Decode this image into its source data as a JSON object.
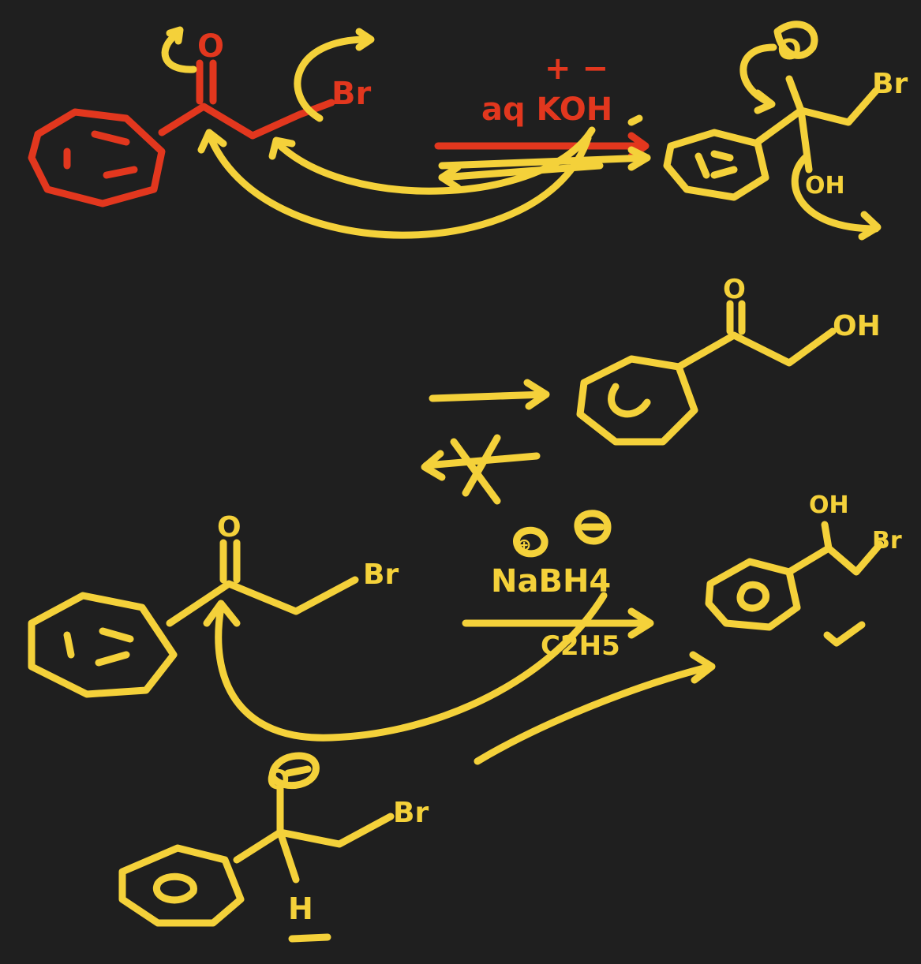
{
  "colors": {
    "background": "#1f1f1f",
    "ink_yellow": "#f4d13a",
    "ink_red": "#e2371e"
  },
  "labels": {
    "o_top_red": "O",
    "br_top_red": "Br",
    "charges": "+ −",
    "reagent_top": "aq KOH",
    "o_top_right": "O",
    "br_top_right": "Br",
    "oh_top_right": "OH",
    "oh_mid": "OH",
    "o_mid": "O",
    "o_lower": "O",
    "br_lower": "Br",
    "reagent_lower_top": "NaBH4",
    "na_charge": "⊕",
    "bh_charge": "⊖",
    "reagent_lower_bottom": "C2H5",
    "oh_lower_right": "OH",
    "br_lower_right": "Br",
    "o_bottom": "O",
    "br_bottom": "Br",
    "h_bottom": "H"
  }
}
